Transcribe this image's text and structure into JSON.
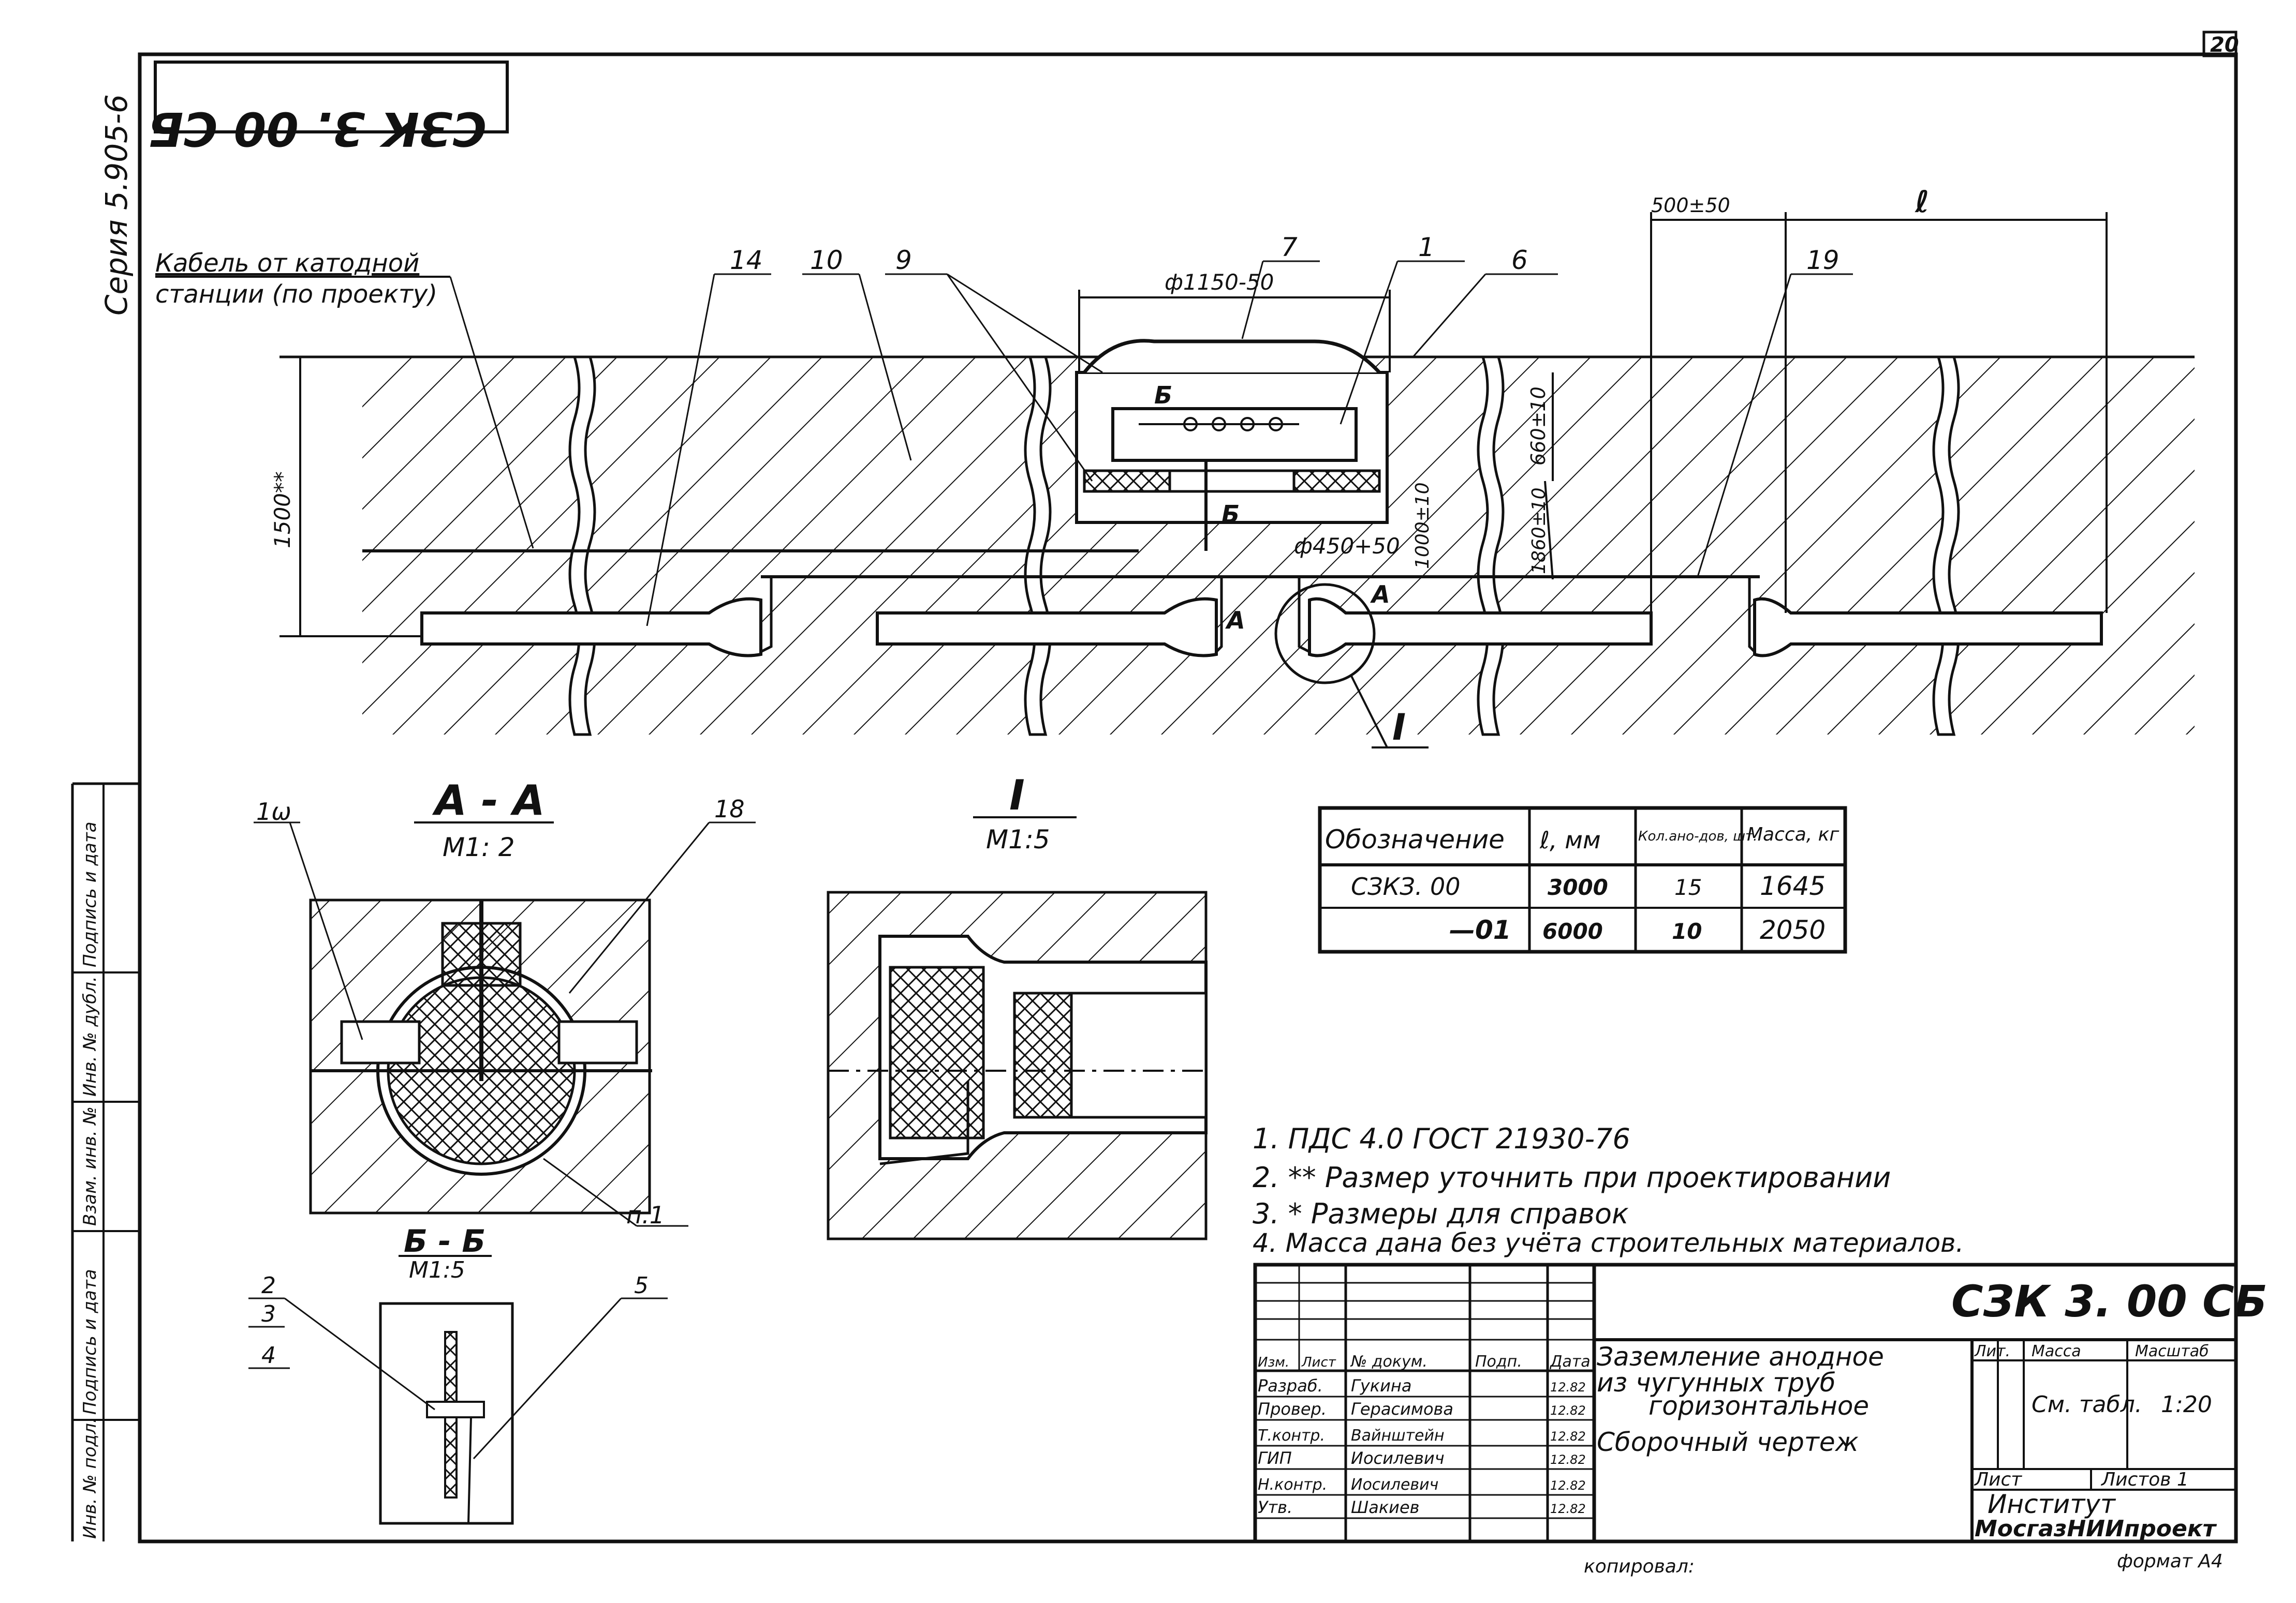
{
  "sheet": {
    "page_number": "20",
    "stamp_code_rotated": "СЗК 3. 00 СБ",
    "series": "Серия 5.905-6",
    "copied_by": "копировал:",
    "format": "формат А4"
  },
  "main_view": {
    "cable_label_line1": "Кабель от катодной",
    "cable_label_line2": "станции (по проекту)",
    "callouts": [
      "14",
      "10",
      "9",
      "7",
      "1",
      "6",
      "19"
    ],
    "dim_cap_diameter": "ф1150-50",
    "dim_depth": "1500**",
    "dim_cap_height": "660±10",
    "dim_1000": "1000±10",
    "dim_1860": "1860±10",
    "dim_pipe_diameter": "ф450+50",
    "dim_spacing": "500±50",
    "dim_l": "ℓ",
    "section_letter_b": "Б",
    "section_letter_a": "А",
    "detail_mark": "I"
  },
  "section_aa": {
    "title": "А - А",
    "scale": "М1: 2",
    "callout_left": "1ω",
    "callout_right": "18",
    "callout_bottom": "п.1"
  },
  "detail_i": {
    "title": "I",
    "scale": "М1:5"
  },
  "section_bb": {
    "title": "Б - Б",
    "scale": "М1:5",
    "callouts": [
      "2",
      "3",
      "4",
      "5"
    ]
  },
  "spec_table": {
    "headers": [
      "Обозначение",
      "ℓ, мм",
      "Кол.ано-дов, шт.",
      "Масса, кг"
    ],
    "rows": [
      [
        "СЗКЗ. 00",
        "3000",
        "15",
        "1645"
      ],
      [
        "—01",
        "6000",
        "10",
        "2050"
      ]
    ]
  },
  "notes": [
    "1.  ПДС 4.0   ГОСТ 21930-76",
    "2.  ** Размер уточнить при проектировании",
    "3.  * Размеры для справок",
    "4.  Масса дана без учёта строительных материалов."
  ],
  "left_margin_labels": [
    "Инв. № подл.",
    "Подпись и дата",
    "Взам. инв. №",
    "Инв. № дубл.",
    "Подпись и дата"
  ],
  "title_block": {
    "code": "СЗК 3. 00 СБ",
    "title_line1": "Заземление анодное",
    "title_line2": "из чугунных труб",
    "title_line3": "горизонтальное",
    "subtitle": "Сборочный чертеж",
    "col_lit": "Лит.",
    "col_mass": "Масса",
    "col_scale": "Масштаб",
    "mass_value": "См. табл.",
    "scale_value": "1:20",
    "sheet": "Лист",
    "sheets": "Листов 1",
    "org_line1": "Институт",
    "org_line2": "МосгазНИИпроект",
    "sign_headers": [
      "Изм.",
      "Лист",
      "№ докум.",
      "Подп.",
      "Дата"
    ],
    "roles": [
      [
        "Разраб.",
        "Гукина",
        "12.82"
      ],
      [
        "Провер.",
        "Герасимова",
        "12.82"
      ],
      [
        "Т.контр.",
        "Вайнштейн",
        "12.82"
      ],
      [
        "ГИП",
        "Иосилевич",
        "12.82"
      ],
      [
        "Н.контр.",
        "Иосилевич",
        "12.82"
      ],
      [
        "Утв.",
        "Шакиев",
        "12.82"
      ]
    ]
  }
}
